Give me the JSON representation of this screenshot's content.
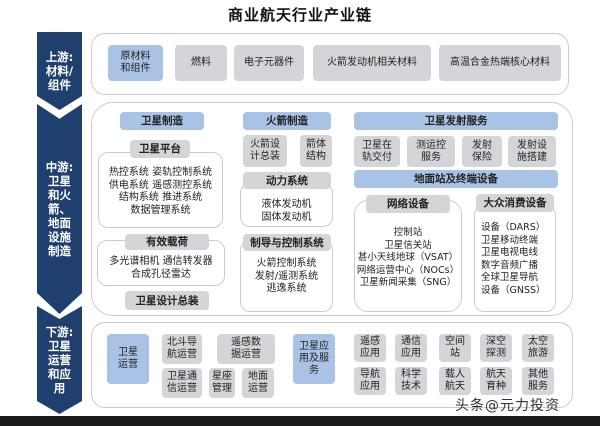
{
  "title": "商业航天行业产业链",
  "stages": {
    "upstream": "上游:\n材料/\n组件",
    "midstream": "中游:\n卫星\n和火\n箭、\n地面\n设施\n制造",
    "downstream": "下游:\n卫星\n运营\n和应\n用"
  },
  "upstream": {
    "items": [
      "原材料\n和组件",
      "燃料",
      "电子元器件",
      "火箭发动机相关材料",
      "高温合金热端核心材料"
    ]
  },
  "midstream": {
    "satellite_manufacturing": {
      "header": "卫星制造",
      "platform": {
        "label": "卫星平台",
        "content": "热控系统  姿轨控制系统\n供电系统  遥感测控系统\n结构系统    推进系统\n数据管理系统"
      },
      "payload": {
        "label": "有效载荷",
        "content": "多光谱相机  通信转发器\n合成孔径雷达"
      },
      "assembly": "卫星设计总装"
    },
    "rocket_manufacturing": {
      "header": "火箭制造",
      "items": [
        "火箭设\n计总装",
        "箭体\n结构"
      ],
      "power": {
        "label": "动力系统",
        "content": "液体发动机\n固体发动机"
      },
      "guidance": {
        "label": "制导与控制系统",
        "content": "火箭控制系统\n发射/遥测系统\n逃逸系统"
      }
    },
    "launch_services": {
      "header": "卫星发射服务",
      "items": [
        "卫星在\n轨交付",
        "测运控\n服务",
        "发射\n保险",
        "发射设\n施搭建"
      ]
    },
    "ground_equipment": {
      "header": "地面站及终端设备",
      "network": {
        "label": "网络设备",
        "content": "控制站\n卫星信关站\n甚小天线地球（VSAT）\n网络运营中心（NOCs）\n卫星新闻采集（SNG）"
      },
      "consumer": {
        "label": "大众消费设备",
        "content": "设备（DARS）\n卫星移动终端\n卫星电视电线\n数字音频广播\n全球卫星导航\n设备（GNSS）"
      }
    }
  },
  "downstream": {
    "operations": {
      "header": "卫星\n运营",
      "items": [
        "北斗导\n航运营",
        "遥感数\n据运营",
        "卫星通\n信运营",
        "星座\n管理",
        "地面\n运营"
      ]
    },
    "applications": {
      "header": "卫星应\n用及服\n务",
      "items": [
        "遥感\n应用",
        "通信\n应用",
        "空间\n站",
        "深空\n探测",
        "太空\n旅游",
        "导航\n应用",
        "科学\n技术",
        "载人\n航天",
        "航天\n育种",
        "其他\n服务"
      ]
    }
  },
  "watermark": "头条@元力投资",
  "colors": {
    "stage_arrow": "#1f3f6e",
    "header_blue": "#a9c3e6",
    "item_grey": "#d3d5d9",
    "frame_border": "#c8ccd2"
  }
}
